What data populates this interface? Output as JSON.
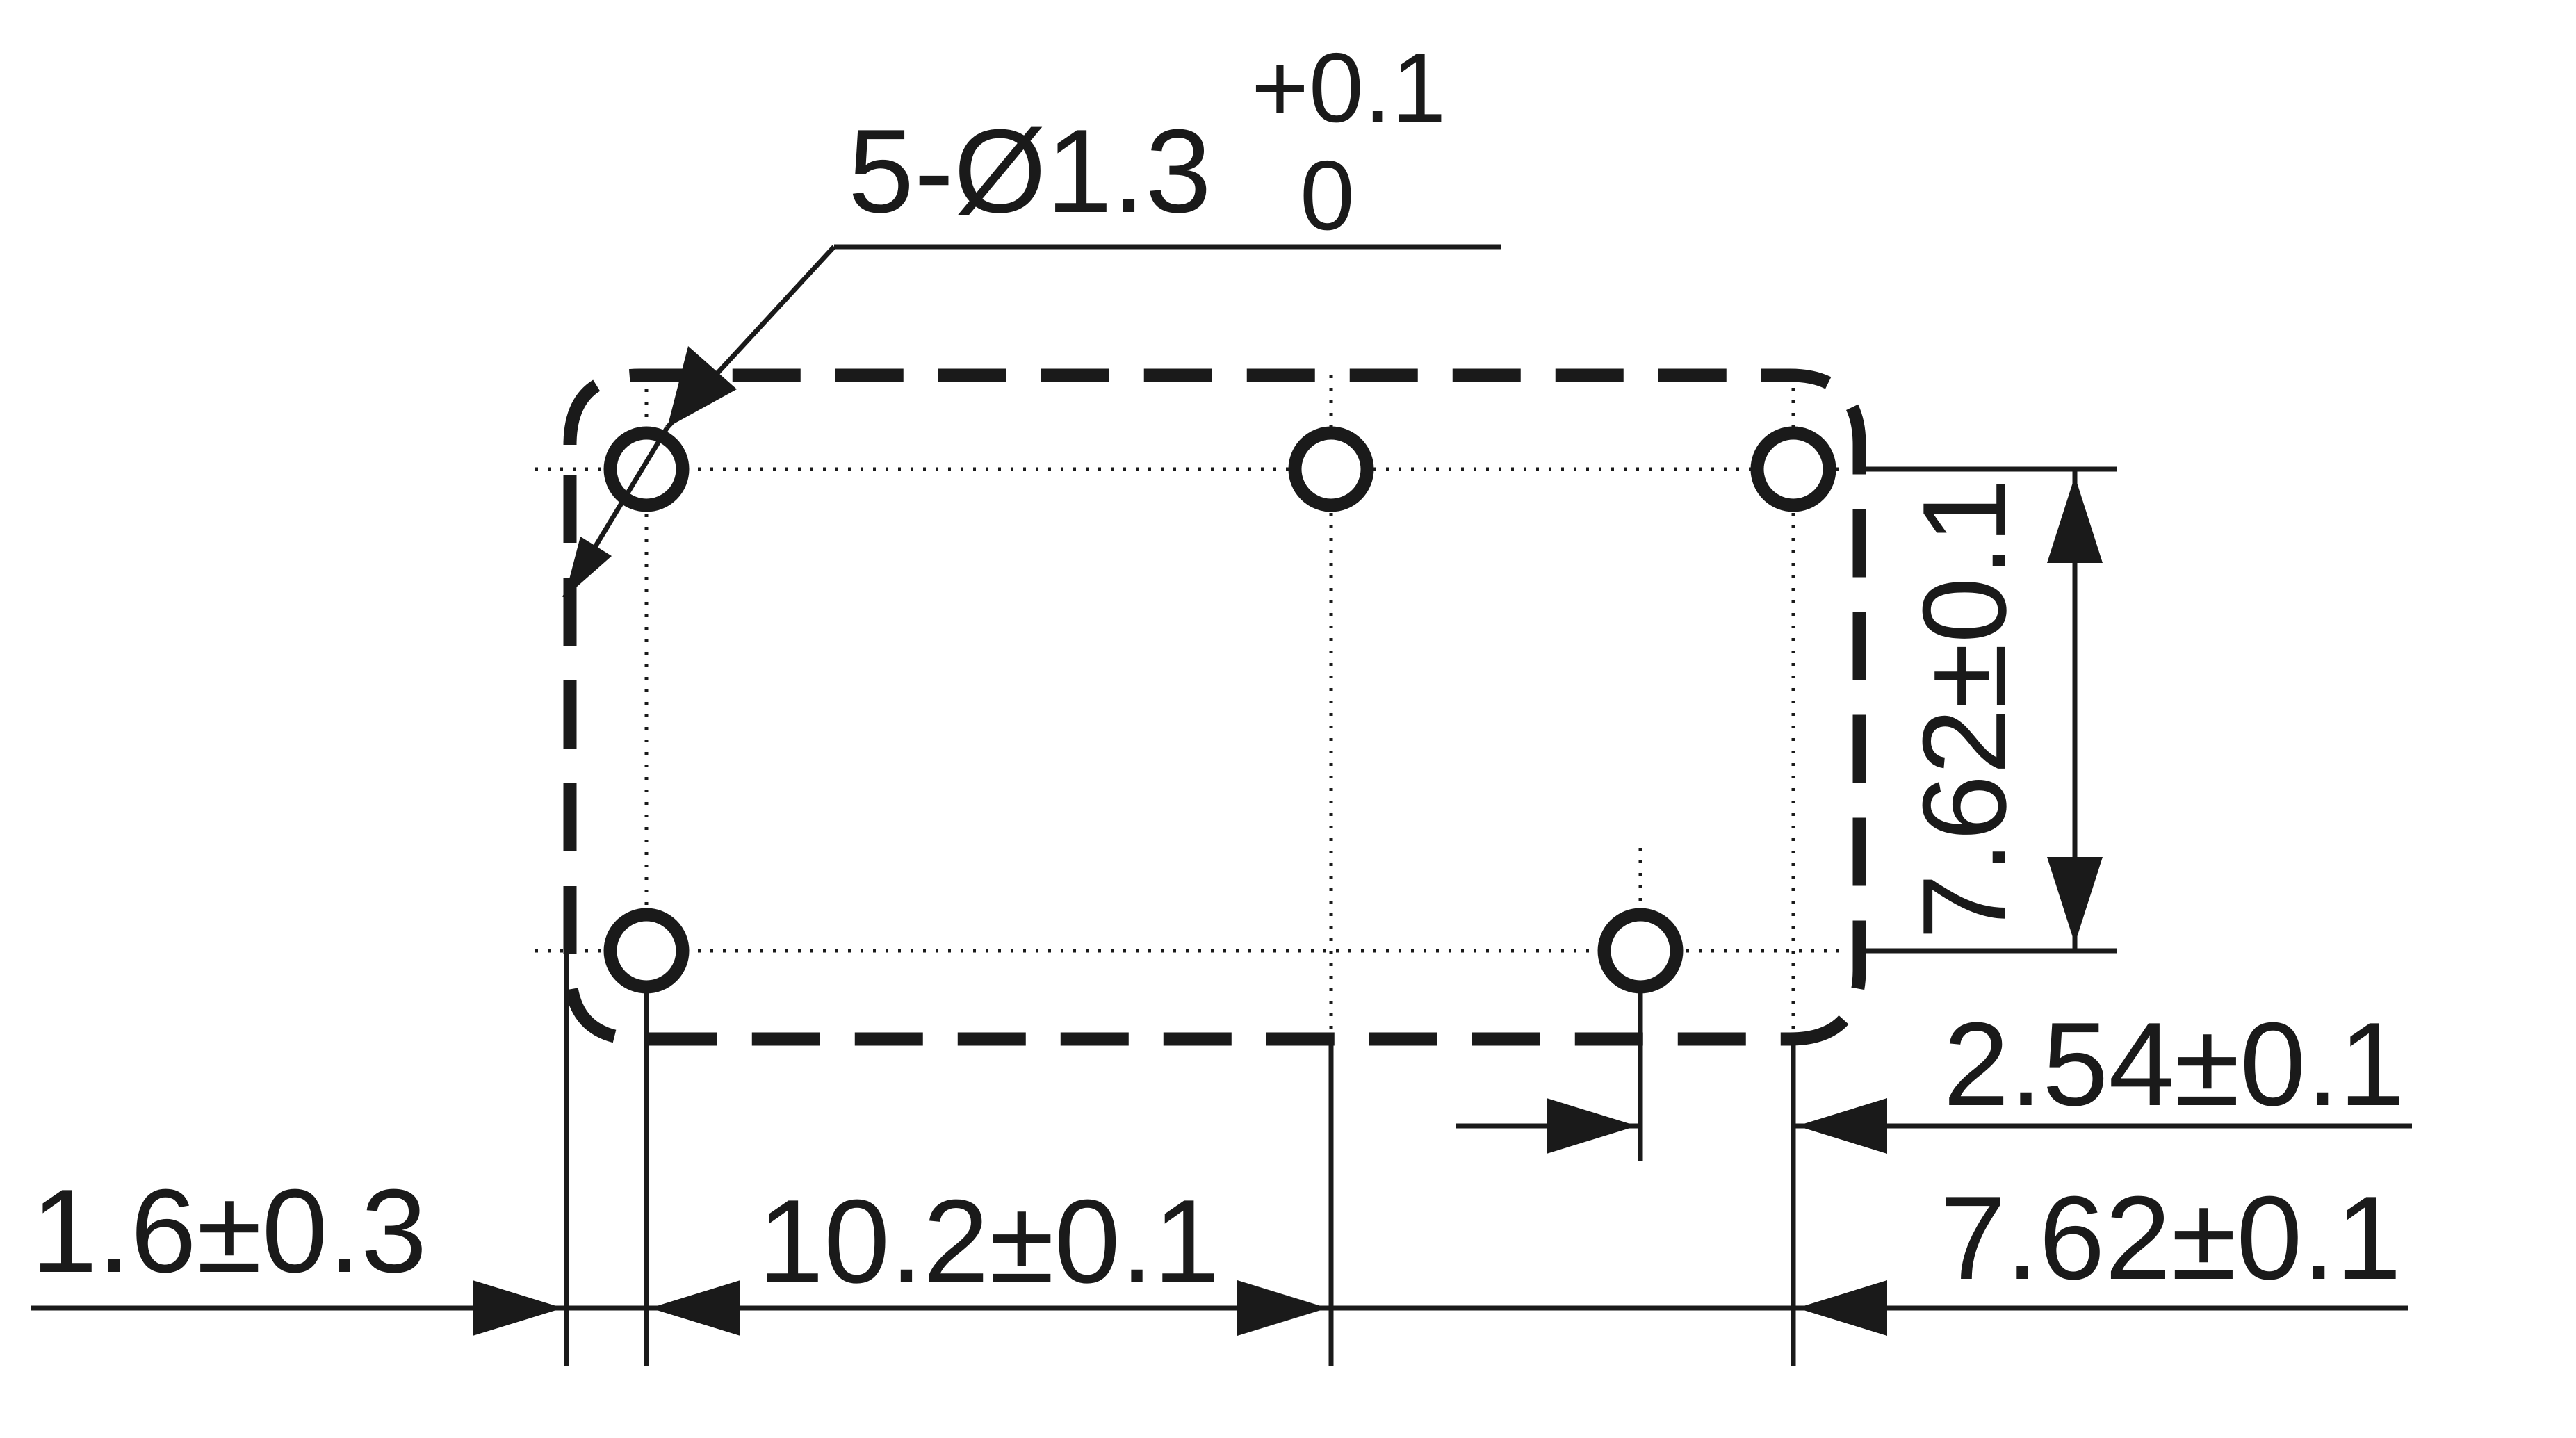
{
  "hole_callout": {
    "main": "5-Ø1.3",
    "tol_upper": "+0.1",
    "tol_lower": "0"
  },
  "dimensions": {
    "vertical_pitch": "7.62±0.1",
    "offset_right": "2.54±0.1",
    "edge_offset": "1.6±0.3",
    "pitch_left": "10.2±0.1",
    "pitch_right": "7.62±0.1"
  },
  "hole_count": 5
}
